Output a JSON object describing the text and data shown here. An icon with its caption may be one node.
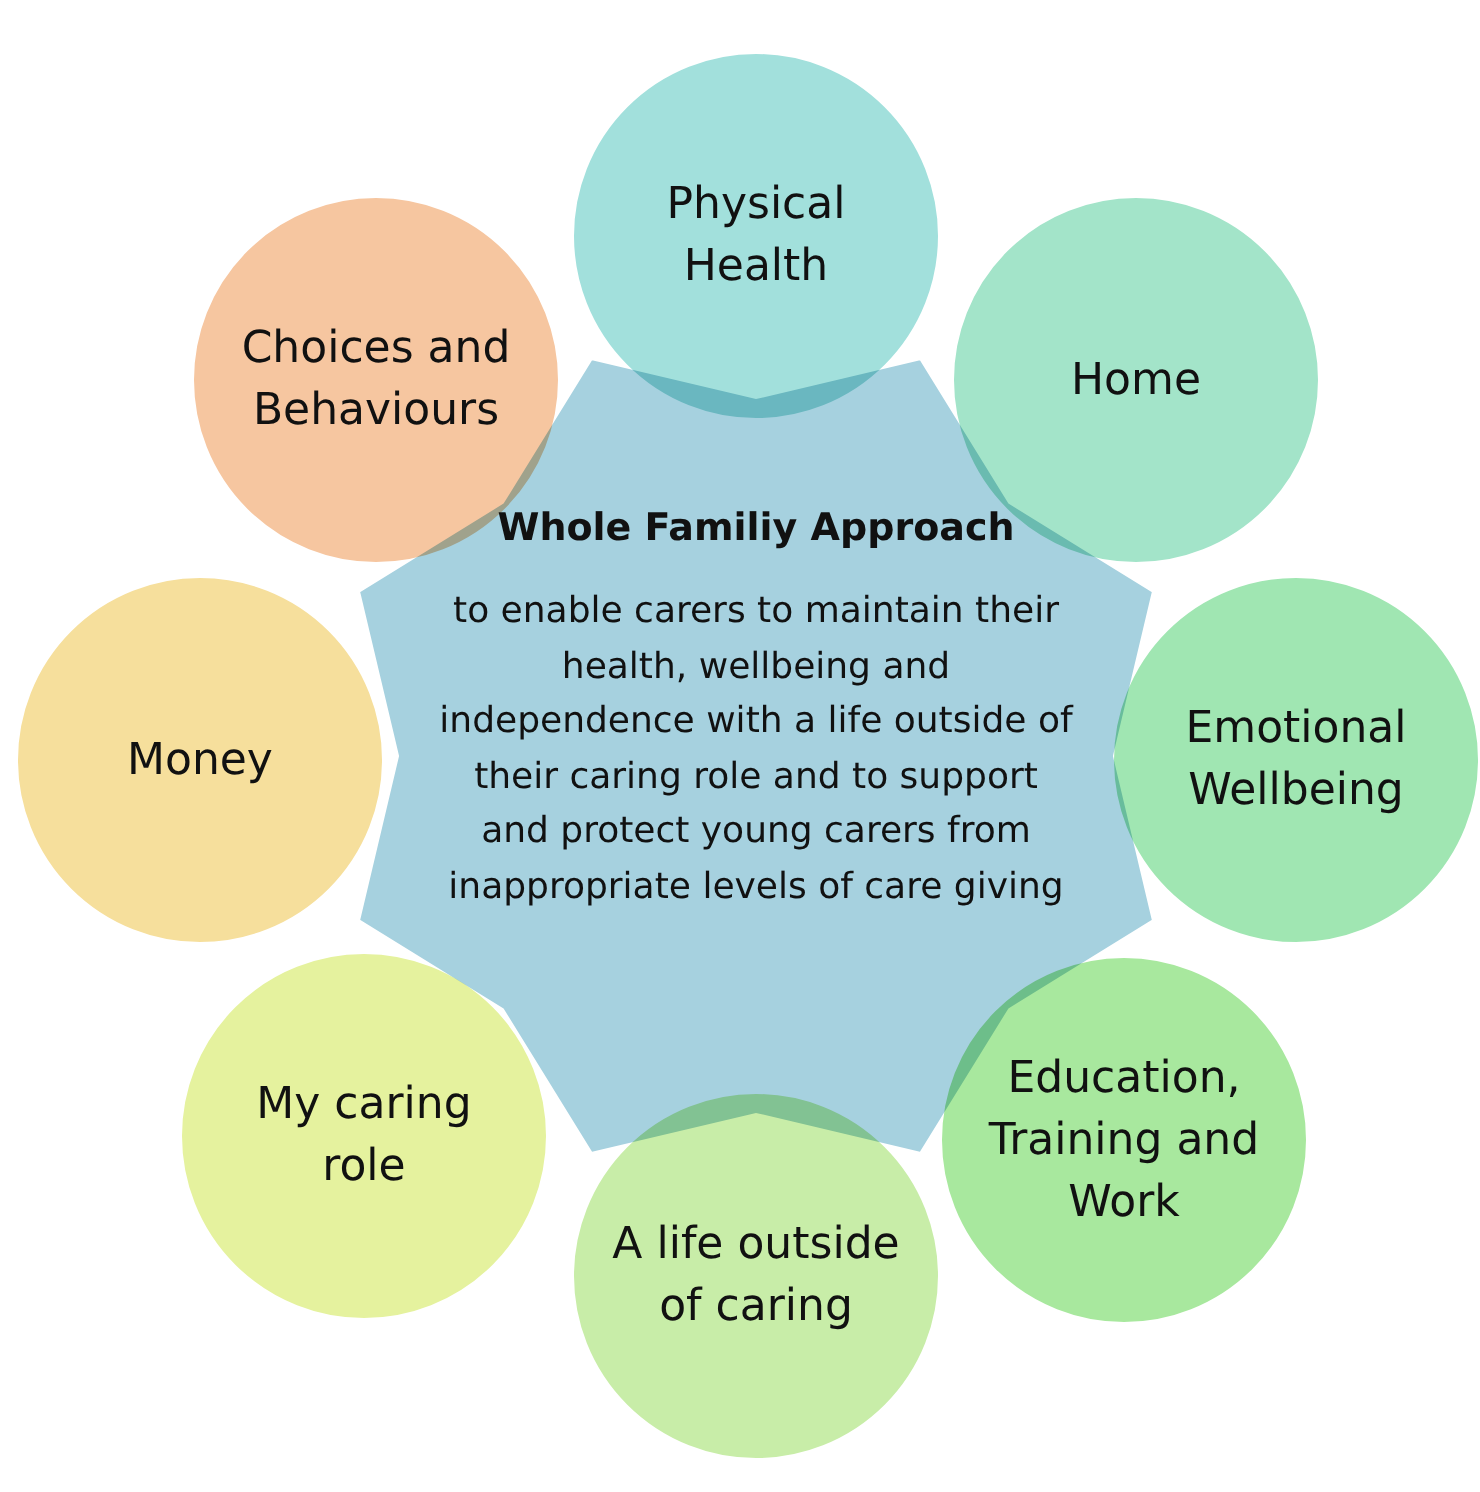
{
  "diagram": {
    "nodes": [
      {
        "text": [
          "Whole Familiy Approach",
          "to enable carers to maintain their health, wellbeing and independence  with a life outside of their caring role and to support and protect young carers from inappropriate levels of care giving"
        ]
      },
      {
        "text": [
          "Physical Health"
        ]
      },
      {
        "text": [
          "Home"
        ]
      },
      {
        "text": [
          "Emotional Wellbeing"
        ]
      },
      {
        "text": [
          "Education, Training and Work"
        ]
      },
      {
        "text": [
          "A life outside of caring"
        ]
      },
      {
        "text": [
          "My caring role"
        ]
      },
      {
        "text": [
          "Money"
        ]
      },
      {
        "text": [
          "Choices and Behaviours"
        ]
      }
    ],
    "edges": []
  }
}
